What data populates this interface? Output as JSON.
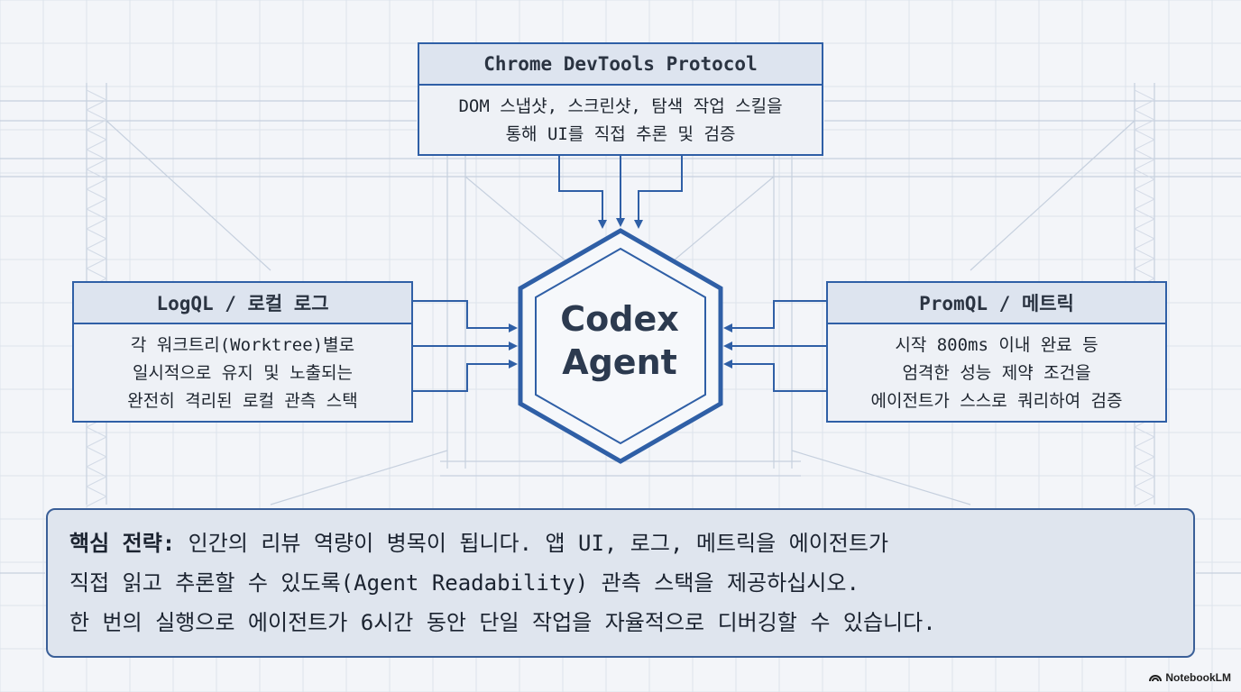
{
  "top_box": {
    "title": "Chrome DevTools Protocol",
    "lines": [
      "DOM 스냅샷, 스크린샷, 탐색 작업 스킬을",
      "통해 UI를 직접 추론 및 검증"
    ]
  },
  "left_box": {
    "title": "LogQL / 로컬 로그",
    "lines": [
      "각 워크트리(Worktree)별로",
      "일시적으로 유지 및 노출되는",
      "완전히 격리된 로컬 관측 스택"
    ]
  },
  "right_box": {
    "title": "PromQL / 메트릭",
    "lines": [
      "시작 800ms 이내 완료 등",
      "엄격한 성능 제약 조건을",
      "에이전트가 스스로 쿼리하여 검증"
    ]
  },
  "center": {
    "lines": [
      "Codex",
      "Agent"
    ]
  },
  "strategy": {
    "heading": "핵심 전략:",
    "line1_rest": " 인간의 리뷰 역량이 병목이 됩니다. 앱 UI, 로그, 메트릭을 에이전트가",
    "line2": "직접 읽고 추론할 수 있도록(Agent Readability) 관측 스택을 제공하십시오.",
    "line3": "한 번의 실행으로 에이전트가 6시간 동안 단일 작업을 자율적으로 디버깅할 수 있습니다."
  },
  "watermark": {
    "text": "NotebookLM",
    "icon": "notebooklm-logo-icon"
  },
  "colors": {
    "accent": "#2f5fa6",
    "background": "#f3f5f9",
    "panel": "#eef1f6",
    "panel_header": "#dde4ef",
    "strategy_panel": "#dfe5ee"
  }
}
